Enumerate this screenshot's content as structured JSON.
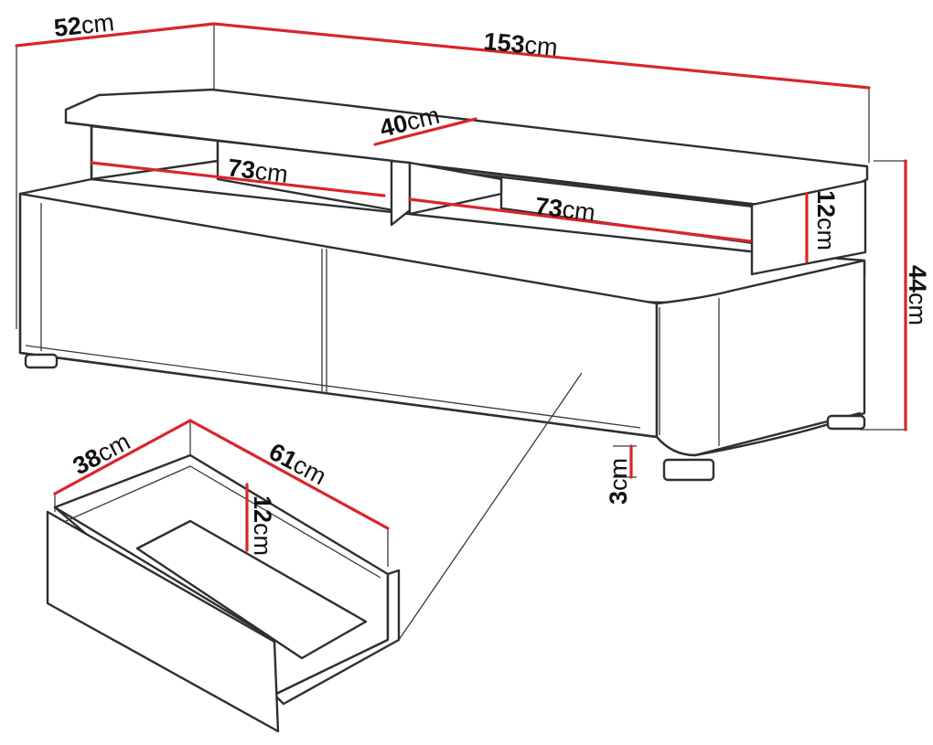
{
  "dimensions": {
    "depth_total": {
      "value": "52",
      "unit": "cm"
    },
    "width_total": {
      "value": "153",
      "unit": "cm"
    },
    "shelf_depth": {
      "value": "40",
      "unit": "cm"
    },
    "niche_left": {
      "value": "73",
      "unit": "cm"
    },
    "niche_right": {
      "value": "73",
      "unit": "cm"
    },
    "niche_height": {
      "value": "12",
      "unit": "cm"
    },
    "height_total": {
      "value": "44",
      "unit": "cm"
    },
    "leg_height": {
      "value": "3",
      "unit": "cm"
    },
    "drawer_depth": {
      "value": "38",
      "unit": "cm"
    },
    "drawer_width": {
      "value": "61",
      "unit": "cm"
    },
    "drawer_height": {
      "value": "12",
      "unit": "cm"
    }
  },
  "colors": {
    "dimension_line": "#d8262b",
    "outline": "#2f2f2f",
    "background": "#ffffff"
  }
}
